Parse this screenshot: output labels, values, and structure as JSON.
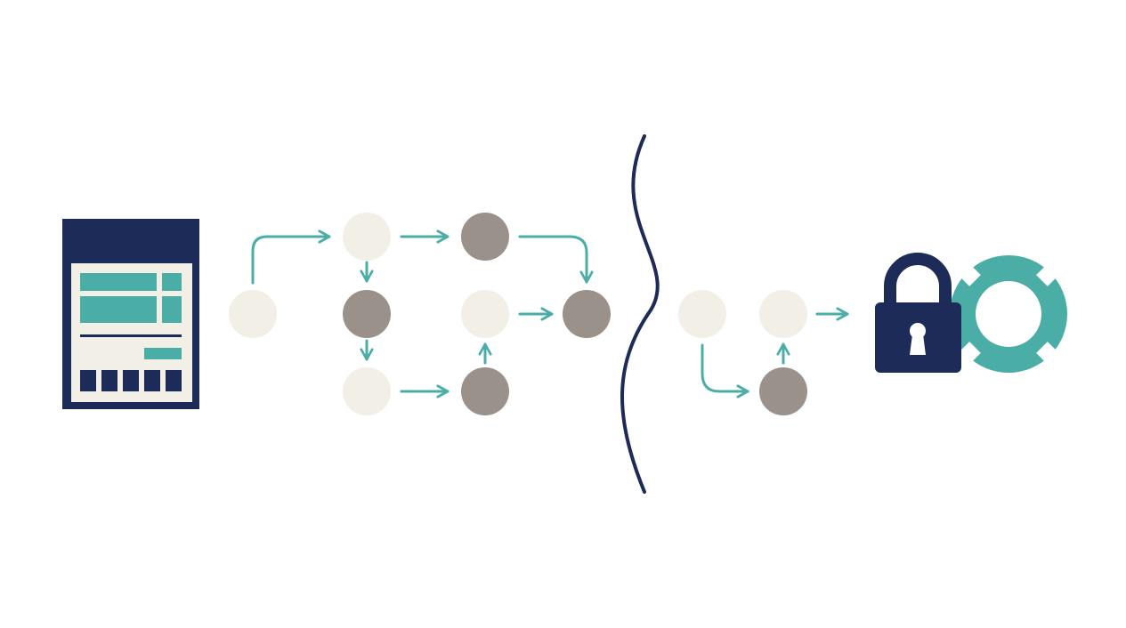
{
  "colors": {
    "background": "#ffffff",
    "navy": "#1c2b57",
    "teal": "#4aaea6",
    "light_node": "#f1efe6",
    "dark_node": "#9a928a",
    "form_panel": "#f1efe6"
  },
  "icons": {
    "form": "form-document-icon",
    "divider": "wavy-divider-line",
    "lock": "padlock-icon",
    "lifebuoy": "lifebuoy-icon"
  },
  "flow_left": {
    "nodes": [
      {
        "id": "a0",
        "tone": "light"
      },
      {
        "id": "a1",
        "tone": "light"
      },
      {
        "id": "a2",
        "tone": "dark"
      },
      {
        "id": "a3",
        "tone": "light"
      },
      {
        "id": "b1",
        "tone": "dark"
      },
      {
        "id": "b2",
        "tone": "light"
      },
      {
        "id": "b3",
        "tone": "dark"
      },
      {
        "id": "c2",
        "tone": "dark"
      }
    ],
    "edges": [
      {
        "from": "a0",
        "to": "a1"
      },
      {
        "from": "a1",
        "to": "b1"
      },
      {
        "from": "a1",
        "to": "b2"
      },
      {
        "from": "b1",
        "to": "c2"
      },
      {
        "from": "b1",
        "to": "a2"
      },
      {
        "from": "a3",
        "to": "b3"
      },
      {
        "from": "b3",
        "to": "b2"
      },
      {
        "from": "b2",
        "to": "c2"
      }
    ]
  },
  "flow_right": {
    "nodes": [
      {
        "id": "r0",
        "tone": "light"
      },
      {
        "id": "r1",
        "tone": "light"
      },
      {
        "id": "r2",
        "tone": "dark"
      }
    ],
    "edges": [
      {
        "from": "r0",
        "to": "r2"
      },
      {
        "from": "r2",
        "to": "r1"
      },
      {
        "from": "r1",
        "to": "lock"
      }
    ]
  }
}
